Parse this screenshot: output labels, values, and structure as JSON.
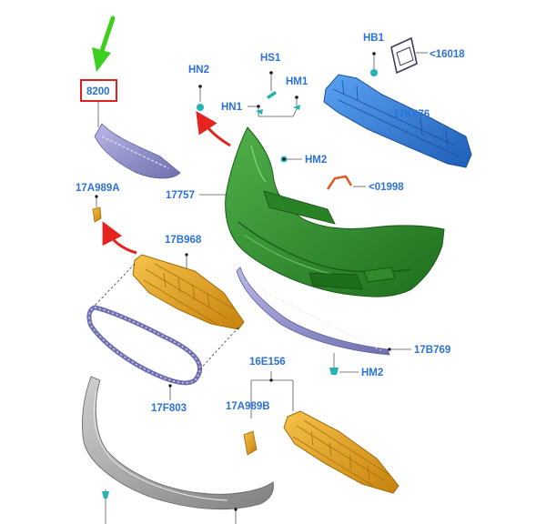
{
  "labels": {
    "part_8200": "8200",
    "hn2": "HN2",
    "hs1": "HS1",
    "hm1": "HM1",
    "hn1": "HN1",
    "hb1": "HB1",
    "ref_16018": "<16018",
    "k876": "17K876",
    "hm2_top": "HM2",
    "ref_01998": "<01998",
    "p17757": "17757",
    "a989a": "17A989A",
    "b968": "17B968",
    "b769": "17B769",
    "hm2_bottom": "HM2",
    "f803": "17F803",
    "e156": "16E156",
    "a989b": "17A989B"
  },
  "colors": {
    "label": "#2a72d8",
    "highlight_box": "#e02020",
    "green_arrow": "#3ecf1e",
    "red_arrow": "#e52420",
    "bumper_cover": "#2f8f2a",
    "reinforcement": "#2e7fe0",
    "trim_grey": "#8f8fc8",
    "absorber_orange": "#e8a21a",
    "lower_skin": "#a5a5a5",
    "fastener_teal": "#27b3b0"
  }
}
